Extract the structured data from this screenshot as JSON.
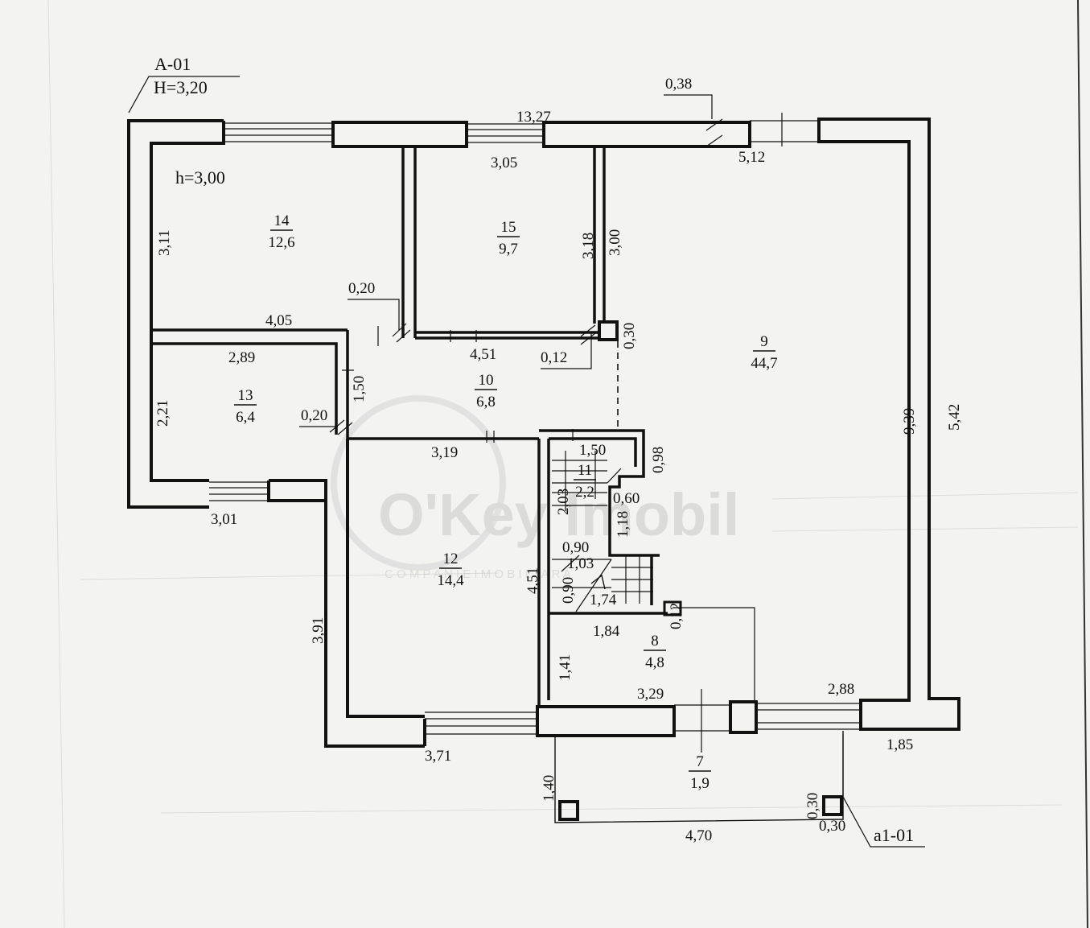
{
  "labels": {
    "block": "A-01",
    "block_height": "H=3,20",
    "room_height": "h=3,00",
    "porch_tag": "a1-01"
  },
  "rooms": [
    {
      "id": "room-14",
      "number": "14",
      "area": "12,6"
    },
    {
      "id": "room-15",
      "number": "15",
      "area": "9,7"
    },
    {
      "id": "room-9",
      "number": "9",
      "area": "44,7"
    },
    {
      "id": "room-10",
      "number": "10",
      "area": "6,8"
    },
    {
      "id": "room-13",
      "number": "13",
      "area": "6,4"
    },
    {
      "id": "room-11",
      "number": "11",
      "area": "2,2"
    },
    {
      "id": "room-12",
      "number": "12",
      "area": "14,4"
    },
    {
      "id": "room-8",
      "number": "8",
      "area": "4,8"
    },
    {
      "id": "room-7",
      "number": "7",
      "area": "1,9"
    }
  ],
  "dimensions": [
    "13,27",
    "3,05",
    "5,12",
    "0,38",
    "3,11",
    "3,18",
    "3,00",
    "0,20",
    "4,05",
    "0,30",
    "4,51",
    "0,12",
    "2,89",
    "2,21",
    "1,50",
    "0,20",
    "3,19",
    "1,50",
    "0,98",
    "2,03",
    "0,60",
    "1,18",
    "9,39",
    "5,42",
    "3,01",
    "3,91",
    "4,51",
    "0,90",
    "1,03",
    "0,90",
    "1,74",
    "1,84",
    "0,12",
    "1,41",
    "3,29",
    "2,88",
    "1,85",
    "3,71",
    "1,40",
    "4,70",
    "0,30",
    "0,30"
  ],
  "watermark": {
    "name": "O'Key Imobil",
    "company": "C O M P A N I E   I M O B I L I A R A"
  },
  "colors": {
    "paper": "#f3f3f1",
    "ink": "#111111",
    "watermark": "#c9c9c9"
  }
}
